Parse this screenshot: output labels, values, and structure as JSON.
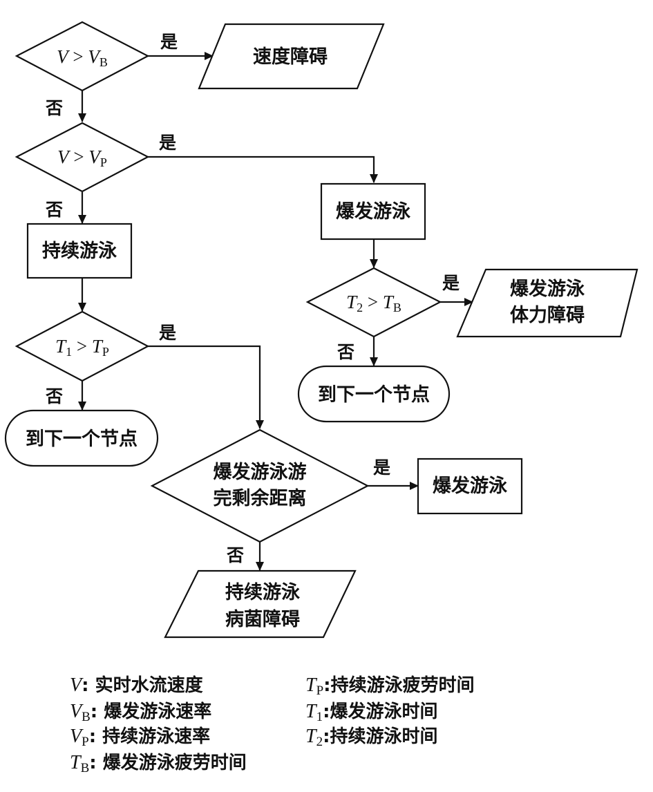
{
  "flowchart": {
    "yes": "是",
    "no": "否",
    "speed_barrier": "速度障碍",
    "burst_swim": "爆发游泳",
    "sustained_swim": "持续游泳",
    "burst_stamina_barrier": [
      "爆发游泳",
      "体力障碍"
    ],
    "next_node": "到下一个节点",
    "burst_finish_remaining": [
      "爆发游泳游",
      "完剩余距离"
    ],
    "sustained_pathogen_barrier": [
      "持续游泳",
      "病菌障碍"
    ],
    "cond_vb": {
      "lhs": "V",
      "op": " > ",
      "rhs": "V",
      "rhs_sub": "B"
    },
    "cond_vp": {
      "lhs": "V",
      "op": " > ",
      "rhs": "V",
      "rhs_sub": "P"
    },
    "cond_t1": {
      "lhs": "T",
      "lhs_sub": "1",
      "op": " > ",
      "rhs": "T",
      "rhs_sub": "P"
    },
    "cond_t2": {
      "lhs": "T",
      "lhs_sub": "2",
      "op": " > ",
      "rhs": "T",
      "rhs_sub": "B"
    }
  },
  "legend": [
    {
      "sym": "V",
      "sub": "",
      "sep": ": ",
      "desc": "实时水流速度"
    },
    {
      "sym": "V",
      "sub": "B",
      "sep": ": ",
      "desc": "爆发游泳速率"
    },
    {
      "sym": "V",
      "sub": "P",
      "sep": ": ",
      "desc": "持续游泳速率"
    },
    {
      "sym": "T",
      "sub": "B",
      "sep": ": ",
      "desc": "爆发游泳疲劳时间"
    },
    {
      "sym": "T",
      "sub": "P",
      "sep": ":",
      "desc": "持续游泳疲劳时间"
    },
    {
      "sym": "T",
      "sub": "1",
      "sep": ":",
      "desc": "爆发游泳时间"
    },
    {
      "sym": "T",
      "sub": "2",
      "sep": ":",
      "desc": "持续游泳时间"
    }
  ]
}
